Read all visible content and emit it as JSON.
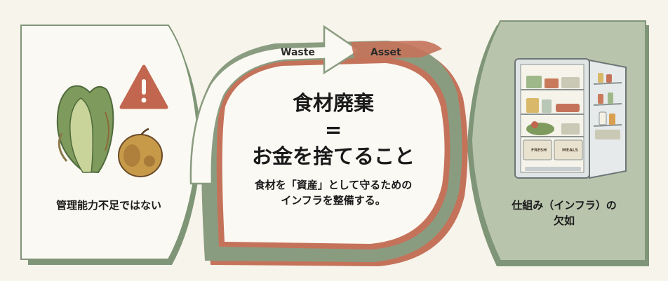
{
  "left_panel": {
    "caption": "管理能力不足ではない",
    "warning_icon": "warning-triangle-icon",
    "food_icons": [
      "wilted-lettuce-icon",
      "rotten-apple-icon"
    ]
  },
  "arrow": {
    "from_label": "Waste",
    "to_label": "Asset"
  },
  "center": {
    "title_line1": "食材廃棄",
    "title_line2": "=",
    "title_line3": "お金を捨てること",
    "subtitle_line1": "食材を「資産」として守るための",
    "subtitle_line2": "インフラを整備する。"
  },
  "right_panel": {
    "caption_line1": "仕組み（インフラ）の",
    "caption_line2": "欠如",
    "fridge_icon": "open-refrigerator-icon",
    "fridge_labels": [
      "FRESH",
      "MEALS"
    ]
  },
  "colors": {
    "background": "#f7f4ec",
    "sage_green": "#8a9c80",
    "terracotta": "#c4735a",
    "warning": "#c2664f"
  }
}
